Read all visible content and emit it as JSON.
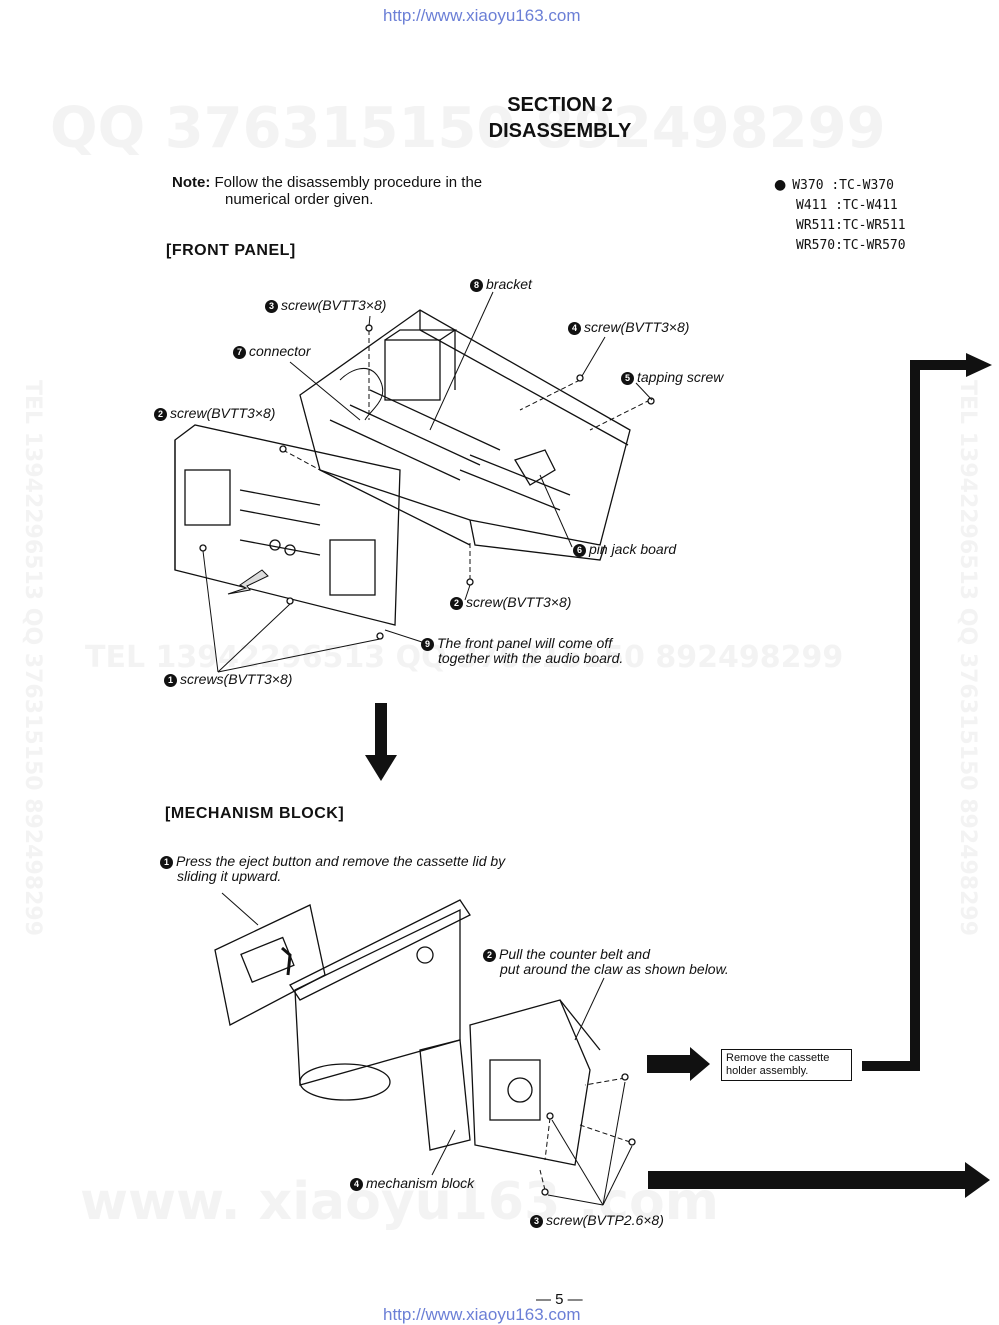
{
  "header": {
    "url": "http://www.xiaoyu163.com"
  },
  "footer": {
    "url": "http://www.xiaoyu163.com",
    "page_number": "— 5 —"
  },
  "watermarks": {
    "qq_top": "QQ 376315150  892498299",
    "tel_mid": "TEL  13942296513        QQ  376315150  892498299",
    "www_bottom": "www. xiaoyu163 .com",
    "side_left": "TEL 13942296513  QQ 376315150  892498299",
    "side_right": "TEL 13942296513  QQ 376315150  892498299"
  },
  "title": {
    "line1": "SECTION 2",
    "line2": "DISASSEMBLY"
  },
  "note": {
    "label": "Note:",
    "line1": "Follow the disassembly procedure in the",
    "line2": "numerical order given."
  },
  "models": {
    "bullet": "●",
    "lines": [
      "W370 :TC-W370",
      "W411 :TC-W411",
      "WR511:TC-WR511",
      "WR570:TC-WR570"
    ]
  },
  "front_panel": {
    "heading": "[FRONT PANEL]",
    "labels": {
      "bracket": {
        "num": "8",
        "text": "bracket"
      },
      "screw3": {
        "num": "3",
        "text": "screw(BVTT3×8)"
      },
      "screw4": {
        "num": "4",
        "text": "screw(BVTT3×8)"
      },
      "connector": {
        "num": "7",
        "text": "connector"
      },
      "tapping": {
        "num": "5",
        "text": "tapping screw"
      },
      "screw2a": {
        "num": "2",
        "text": "screw(BVTT3×8)"
      },
      "pinjack": {
        "num": "6",
        "text": "pin jack board"
      },
      "screw2b": {
        "num": "2",
        "text": "screw(BVTT3×8)"
      },
      "front9": {
        "num": "9",
        "line1": "The front panel will come off",
        "line2": "together with the audio board."
      },
      "screws1": {
        "num": "1",
        "text": "screws(BVTT3×8)"
      }
    }
  },
  "mechanism_block": {
    "heading": "[MECHANISM BLOCK]",
    "labels": {
      "step1": {
        "num": "1",
        "line1": "Press the eject button and remove the cassette lid by",
        "line2": "sliding it upward."
      },
      "step2": {
        "num": "2",
        "line1": "Pull the counter belt and",
        "line2": "put around the claw as shown below."
      },
      "step4": {
        "num": "4",
        "text": "mechanism block"
      },
      "step3": {
        "num": "3",
        "text": "screw(BVTP2.6×8)"
      }
    },
    "box_text": {
      "line1": "Remove the cassette",
      "line2": "holder assembly."
    }
  }
}
